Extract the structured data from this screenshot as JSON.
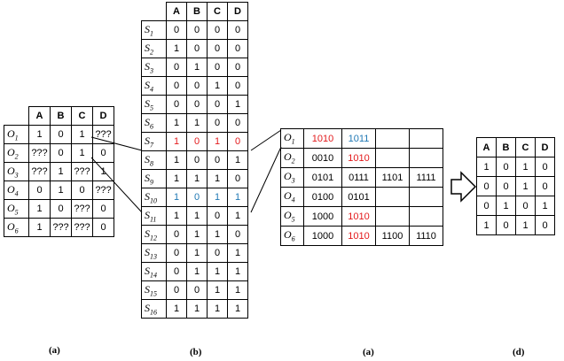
{
  "tableA": {
    "headers": [
      "",
      "A",
      "B",
      "C",
      "D"
    ],
    "rows": [
      {
        "label": "O",
        "sub": "1",
        "cells": [
          "1",
          "0",
          "1",
          "???"
        ]
      },
      {
        "label": "O",
        "sub": "2",
        "cells": [
          "???",
          "0",
          "1",
          "0"
        ]
      },
      {
        "label": "O",
        "sub": "3",
        "cells": [
          "???",
          "1",
          "???",
          "1"
        ]
      },
      {
        "label": "O",
        "sub": "4",
        "cells": [
          "0",
          "1",
          "0",
          "???"
        ]
      },
      {
        "label": "O",
        "sub": "5",
        "cells": [
          "1",
          "0",
          "???",
          "0"
        ]
      },
      {
        "label": "O",
        "sub": "6",
        "cells": [
          "1",
          "???",
          "???",
          "0"
        ]
      }
    ]
  },
  "tableB": {
    "headers": [
      "",
      "A",
      "B",
      "C",
      "D"
    ],
    "rows": [
      {
        "label": "S",
        "sub": "1",
        "cells": [
          "0",
          "0",
          "0",
          "0"
        ],
        "color": ""
      },
      {
        "label": "S",
        "sub": "2",
        "cells": [
          "1",
          "0",
          "0",
          "0"
        ],
        "color": ""
      },
      {
        "label": "S",
        "sub": "3",
        "cells": [
          "0",
          "1",
          "0",
          "0"
        ],
        "color": ""
      },
      {
        "label": "S",
        "sub": "4",
        "cells": [
          "0",
          "0",
          "1",
          "0"
        ],
        "color": ""
      },
      {
        "label": "S",
        "sub": "5",
        "cells": [
          "0",
          "0",
          "0",
          "1"
        ],
        "color": ""
      },
      {
        "label": "S",
        "sub": "6",
        "cells": [
          "1",
          "1",
          "0",
          "0"
        ],
        "color": ""
      },
      {
        "label": "S",
        "sub": "7",
        "cells": [
          "1",
          "0",
          "1",
          "0"
        ],
        "color": "red"
      },
      {
        "label": "S",
        "sub": "8",
        "cells": [
          "1",
          "0",
          "0",
          "1"
        ],
        "color": ""
      },
      {
        "label": "S",
        "sub": "9",
        "cells": [
          "1",
          "1",
          "1",
          "0"
        ],
        "color": ""
      },
      {
        "label": "S",
        "sub": "10",
        "cells": [
          "1",
          "0",
          "1",
          "1"
        ],
        "color": "blue"
      },
      {
        "label": "S",
        "sub": "11",
        "cells": [
          "1",
          "1",
          "0",
          "1"
        ],
        "color": ""
      },
      {
        "label": "S",
        "sub": "12",
        "cells": [
          "0",
          "1",
          "1",
          "0"
        ],
        "color": ""
      },
      {
        "label": "S",
        "sub": "13",
        "cells": [
          "0",
          "1",
          "0",
          "1"
        ],
        "color": ""
      },
      {
        "label": "S",
        "sub": "14",
        "cells": [
          "0",
          "1",
          "1",
          "1"
        ],
        "color": ""
      },
      {
        "label": "S",
        "sub": "15",
        "cells": [
          "0",
          "0",
          "1",
          "1"
        ],
        "color": ""
      },
      {
        "label": "S",
        "sub": "16",
        "cells": [
          "1",
          "1",
          "1",
          "1"
        ],
        "color": ""
      }
    ]
  },
  "tableC": {
    "rows": [
      {
        "label": "O",
        "sub": "1",
        "cells": [
          {
            "t": "1010",
            "c": "red"
          },
          {
            "t": "1011",
            "c": "blue"
          },
          {
            "t": "",
            "c": ""
          },
          {
            "t": "",
            "c": ""
          }
        ]
      },
      {
        "label": "O",
        "sub": "2",
        "cells": [
          {
            "t": "0010",
            "c": ""
          },
          {
            "t": "1010",
            "c": "red"
          },
          {
            "t": "",
            "c": ""
          },
          {
            "t": "",
            "c": ""
          }
        ]
      },
      {
        "label": "O",
        "sub": "3",
        "cells": [
          {
            "t": "0101",
            "c": ""
          },
          {
            "t": "0111",
            "c": ""
          },
          {
            "t": "1101",
            "c": ""
          },
          {
            "t": "1111",
            "c": ""
          }
        ]
      },
      {
        "label": "O",
        "sub": "4",
        "cells": [
          {
            "t": "0100",
            "c": ""
          },
          {
            "t": "0101",
            "c": ""
          },
          {
            "t": "",
            "c": ""
          },
          {
            "t": "",
            "c": ""
          }
        ]
      },
      {
        "label": "O",
        "sub": "5",
        "cells": [
          {
            "t": "1000",
            "c": ""
          },
          {
            "t": "1010",
            "c": "red"
          },
          {
            "t": "",
            "c": ""
          },
          {
            "t": "",
            "c": ""
          }
        ]
      },
      {
        "label": "O",
        "sub": "6",
        "cells": [
          {
            "t": "1000",
            "c": ""
          },
          {
            "t": "1010",
            "c": "red"
          },
          {
            "t": "1100",
            "c": ""
          },
          {
            "t": "1110",
            "c": ""
          }
        ]
      }
    ]
  },
  "tableD": {
    "headers": [
      "A",
      "B",
      "C",
      "D"
    ],
    "rows": [
      [
        "1",
        "0",
        "1",
        "0"
      ],
      [
        "0",
        "0",
        "1",
        "0"
      ],
      [
        "0",
        "1",
        "0",
        "1"
      ],
      [
        "1",
        "0",
        "1",
        "0"
      ]
    ]
  },
  "captions": {
    "a_left": "(a)",
    "b": "(b)",
    "a_right": "(a)",
    "d": "(d)"
  },
  "colors": {
    "red": "#e31a1c",
    "blue": "#1f78b4"
  }
}
